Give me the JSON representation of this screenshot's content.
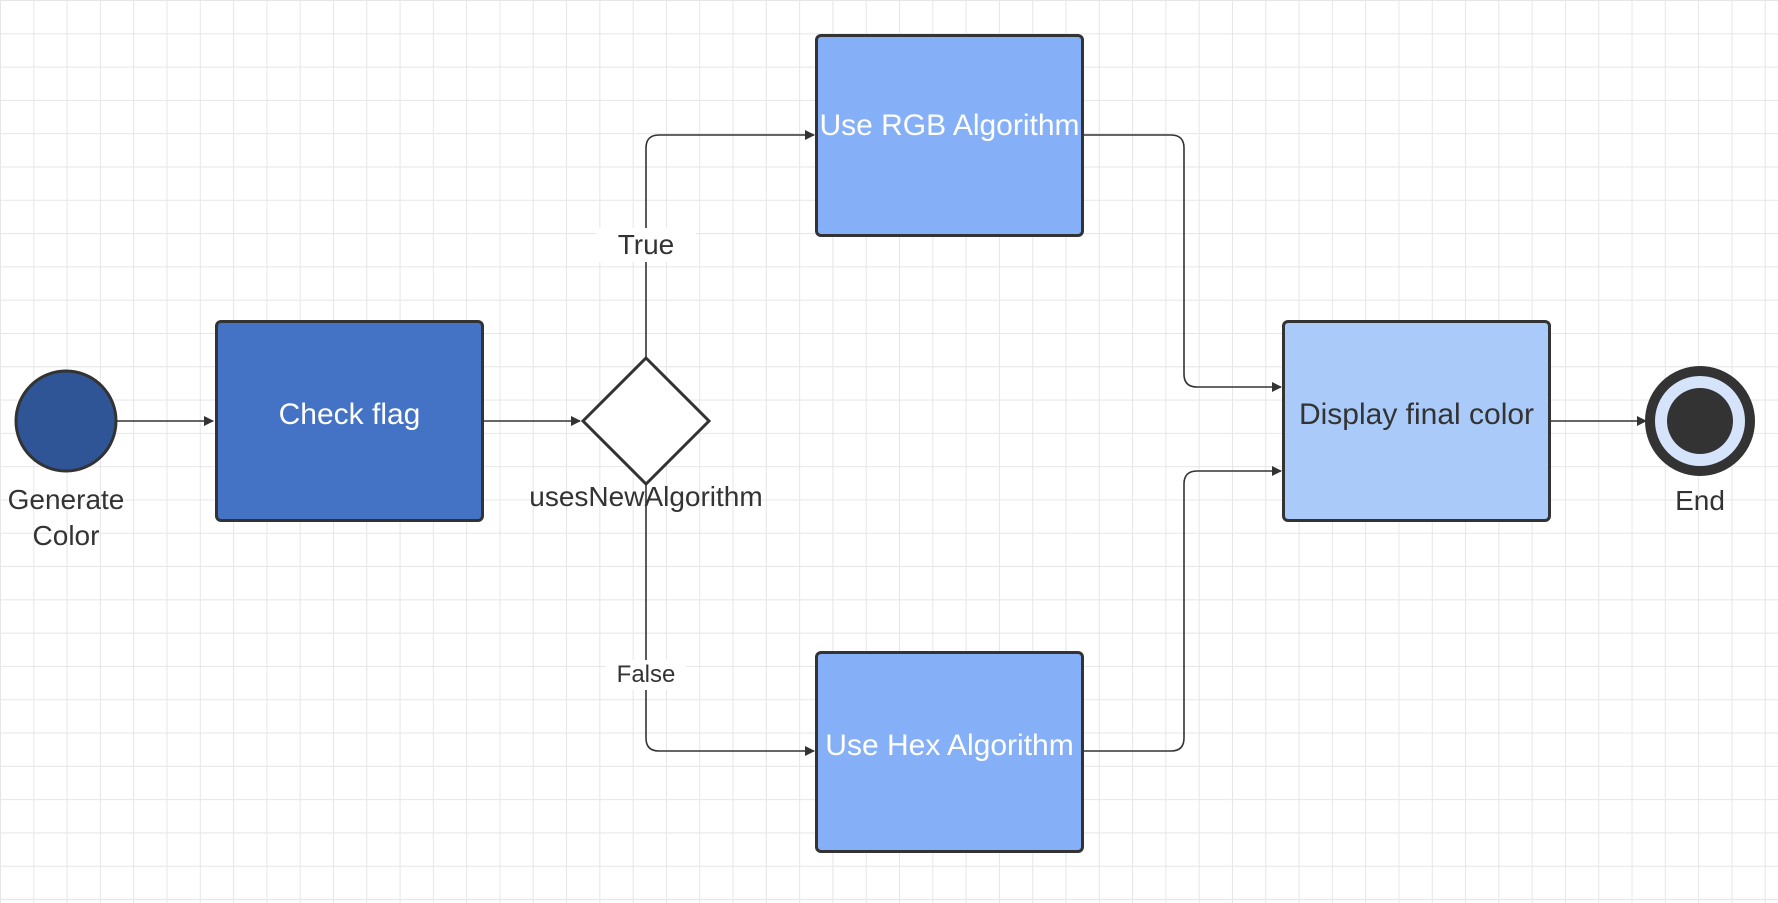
{
  "diagram": {
    "colors": {
      "line": "#333333",
      "start_fill": "#2f5597",
      "check_fill": "#4472c4",
      "algo_fill": "#85b0f7",
      "display_fill": "#aacbfa",
      "end_ring": "#d5e3fb",
      "end_inner": "#333333",
      "decision_fill": "#ffffff",
      "light_text": "#ffffff",
      "dark_text": "#333333"
    },
    "start": {
      "label": "Generate\nColor"
    },
    "check": {
      "label": "Check flag"
    },
    "decision": {
      "label": "usesNewAlgorithm",
      "true_label": "True",
      "false_label": "False"
    },
    "rgb": {
      "label": "Use RGB Algorithm"
    },
    "hex": {
      "label": "Use Hex Algorithm"
    },
    "display": {
      "label": "Display final color"
    },
    "end": {
      "label": "End"
    }
  }
}
